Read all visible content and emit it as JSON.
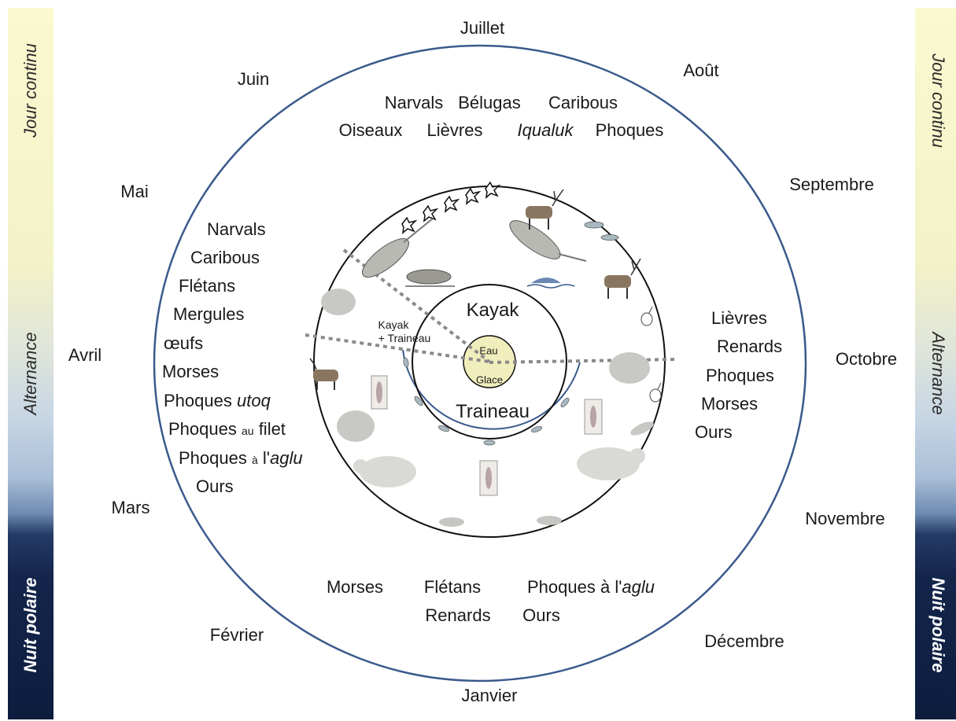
{
  "side_bars": {
    "top": "Jour continu",
    "middle": "Alternance",
    "bottom": "Nuit polaire"
  },
  "months": {
    "juillet": "Juillet",
    "aout": "Août",
    "septembre": "Septembre",
    "octobre": "Octobre",
    "novembre": "Novembre",
    "decembre": "Décembre",
    "janvier": "Janvier",
    "fevrier": "Février",
    "mars": "Mars",
    "avril": "Avril",
    "mai": "Mai",
    "juin": "Juin"
  },
  "summer": {
    "line1": [
      "Narvals",
      "Bélugas",
      "Caribous"
    ],
    "line2": [
      "Oiseaux",
      "Lièvres",
      "Iqualuk",
      "Phoques"
    ]
  },
  "spring": {
    "items": [
      "Narvals",
      "Caribous",
      "Flétans",
      "Mergules",
      "œufs",
      "Morses"
    ],
    "phoques_utoq": {
      "base": "Phoques",
      "qualifier": "utoq"
    },
    "phoques_filet": {
      "base": "Phoques",
      "small": "au",
      "rest": "filet"
    },
    "phoques_aglu": {
      "base": "Phoques",
      "small": "à",
      "prefix": "l'",
      "qualifier": "aglu"
    },
    "ours": "Ours"
  },
  "autumn": [
    "Lièvres",
    "Renards",
    "Phoques",
    "Morses",
    "Ours"
  ],
  "winter": {
    "morses": "Morses",
    "fletans": "Flétans",
    "renards": "Renards",
    "phoques_aglu": {
      "base": "Phoques à",
      "prefix": "l'",
      "qualifier": "aglu"
    },
    "ours": "Ours"
  },
  "center": {
    "kayak": "Kayak",
    "kayak_traineau_1": "Kayak",
    "kayak_traineau_2": "+ Traineau",
    "traineau": "Traineau",
    "eau": "Eau",
    "glace": "Glace"
  },
  "colors": {
    "outer_ring": "#3a5a8c",
    "inner_rings": "#111111",
    "traineau_arc": "#3a5a8c",
    "dotted": "#8a8a8a",
    "center_fill": "#f1eebd"
  }
}
